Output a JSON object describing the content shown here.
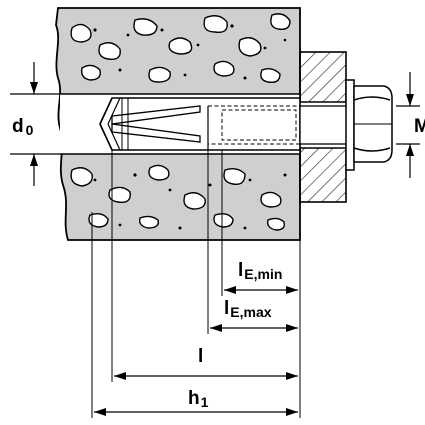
{
  "labels": {
    "d0_main": "d",
    "d0_sub": "0",
    "M": "M",
    "lE_min_main": "l",
    "lE_min_sub": "E,min",
    "lE_max_main": "l",
    "lE_max_sub": "E,max",
    "l": "l",
    "h1_main": "h",
    "h1_sub": "1"
  }
}
